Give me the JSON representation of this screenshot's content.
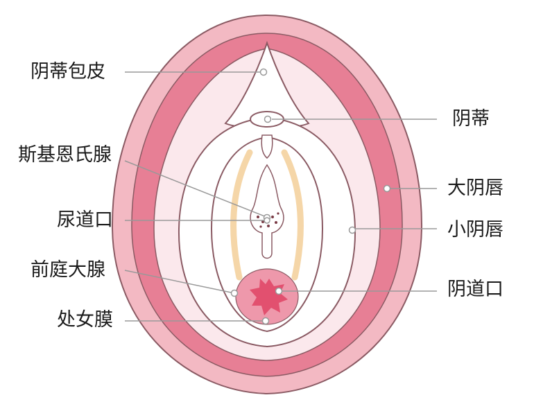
{
  "labels": {
    "clitoral_hood": "阴蒂包皮",
    "clitoris": "阴蒂",
    "skenes_gland": "斯基恩氏腺",
    "labia_majora": "大阴唇",
    "urethral_opening": "尿道口",
    "labia_minora": "小阴唇",
    "bartholin_gland": "前庭大腺",
    "vaginal_opening": "阴道口",
    "hymen": "处女膜"
  },
  "colors": {
    "outer_rim": "#f3b9c3",
    "labia_majora": "#e77f95",
    "inner_tissue": "#fbe8ec",
    "white_fill": "#ffffff",
    "outline": "#8a5a63",
    "hymen": "#ee98ab",
    "vaginal_opening": "#e2506f",
    "skenes_dots": "#7a3b46",
    "gland_streak": "#f5d6a8",
    "leader_line": "#999999",
    "label_text": "#1a1a1a"
  }
}
